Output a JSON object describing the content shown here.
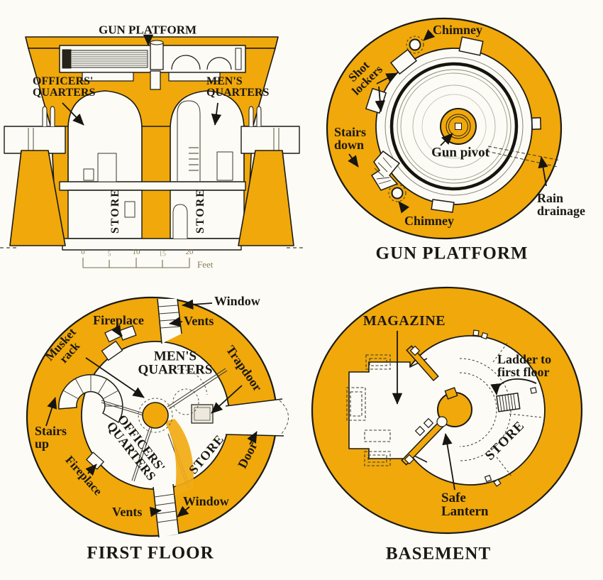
{
  "colors": {
    "orange": "#F0A80B",
    "outline": "#1b1a14",
    "paper": "#FCFBF5"
  },
  "cross_section": {
    "gun_platform": "GUN PLATFORM",
    "officers": [
      "OFFICERS'",
      "QUARTERS"
    ],
    "mens": [
      "MEN'S",
      "QUARTERS"
    ],
    "store_left": "STORE",
    "store_right": "STORE",
    "scale": {
      "ticks": [
        "0",
        "5",
        "10",
        "15",
        "20"
      ],
      "unit": "Feet"
    }
  },
  "gun_platform": {
    "caption": "GUN PLATFORM",
    "chimney_top": "Chimney",
    "shot_lockers": [
      "Shot",
      "lockers"
    ],
    "stairs_down": [
      "Stairs",
      "down"
    ],
    "gun_pivot": "Gun pivot",
    "chimney_bottom": "Chimney",
    "rain_drainage": [
      "Rain",
      "drainage"
    ]
  },
  "first_floor": {
    "caption": "FIRST FLOOR",
    "window_top": "Window",
    "vents_top": "Vents",
    "fireplace_top": "Fireplace",
    "musket_rack": [
      "Musket",
      "rack"
    ],
    "mens": [
      "MEN'S",
      "QUARTERS"
    ],
    "trapdoor": "Trapdoor",
    "stairs_up": [
      "Stairs",
      "up"
    ],
    "officers": [
      "OFFICERS'",
      "QUARTERS"
    ],
    "store": "STORE",
    "door": "Door",
    "fireplace_bottom": "Fireplace",
    "vents_bottom": "Vents",
    "window_bottom": "Window"
  },
  "basement": {
    "caption": "BASEMENT",
    "magazine": "MAGAZINE",
    "ladder": [
      "Ladder to",
      "first floor"
    ],
    "store": "STORE",
    "safe_lantern": [
      "Safe",
      "Lantern"
    ]
  }
}
